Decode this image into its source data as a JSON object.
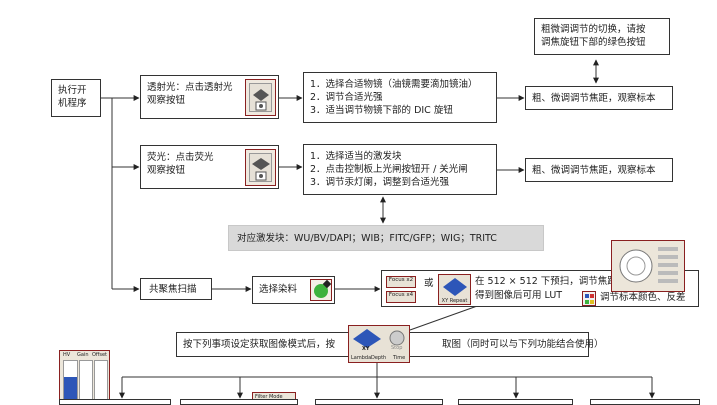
{
  "nodes": {
    "start": [
      "执行开",
      "机程序"
    ],
    "bf": [
      "透射光：点击透射光",
      "观察按钮"
    ],
    "bf_steps": [
      "1．选择合适物镜（油镜需要滴加镜油）",
      "2．调节合适光强",
      "3．适当调节物镜下部的 DIC 旋钮"
    ],
    "bf_result": "粗、微调调节焦距，观察标本",
    "top_note": [
      "粗微调调节的切换，请按",
      "调焦旋钮下部的绿色按钮"
    ],
    "fl": [
      "荧光：点击荧光",
      "观察按钮"
    ],
    "fl_steps": [
      "1．选择适当的激发块",
      "2．点击控制板上光闸按钮开 / 关光闸",
      "3．调节汞灯阑，调整到合适光强"
    ],
    "fl_result": "粗、微调调节焦距，观察标本",
    "filters": "对应激发块：WU/BV/DAPI；WIB；FITC/GFP；WIG；TRITC",
    "confocal": "共聚焦扫描",
    "dye": "选择染料",
    "or": "或",
    "preview": [
      "在 512 × 512 下预扫，调节焦距、zoom、角度",
      "得到图像后可用 LUT"
    ],
    "preview_tail": "调节标本颜色、反差",
    "mode_pre": "按下列事项设定获取图像模式后，按",
    "mode_post": "取图（同时可以与下列功能结合使用）"
  },
  "buttons": {
    "focus_x2": "Focus x2",
    "focus_x4": "Focus x4",
    "xy_repeat": "XY Repeat",
    "xy": "XY",
    "lambda": "Lambda",
    "depth": "Depth",
    "time": "Time",
    "stop": "Stop",
    "hv": "HV",
    "gain": "Gain",
    "offset": "Offset",
    "filter_mode": "Filter Mode"
  },
  "colors": {
    "line": "#333333",
    "icon_border": "#8a2020",
    "green": "#3db23d",
    "blue": "#2d56b8",
    "grey_box": "#d9d9d9"
  }
}
